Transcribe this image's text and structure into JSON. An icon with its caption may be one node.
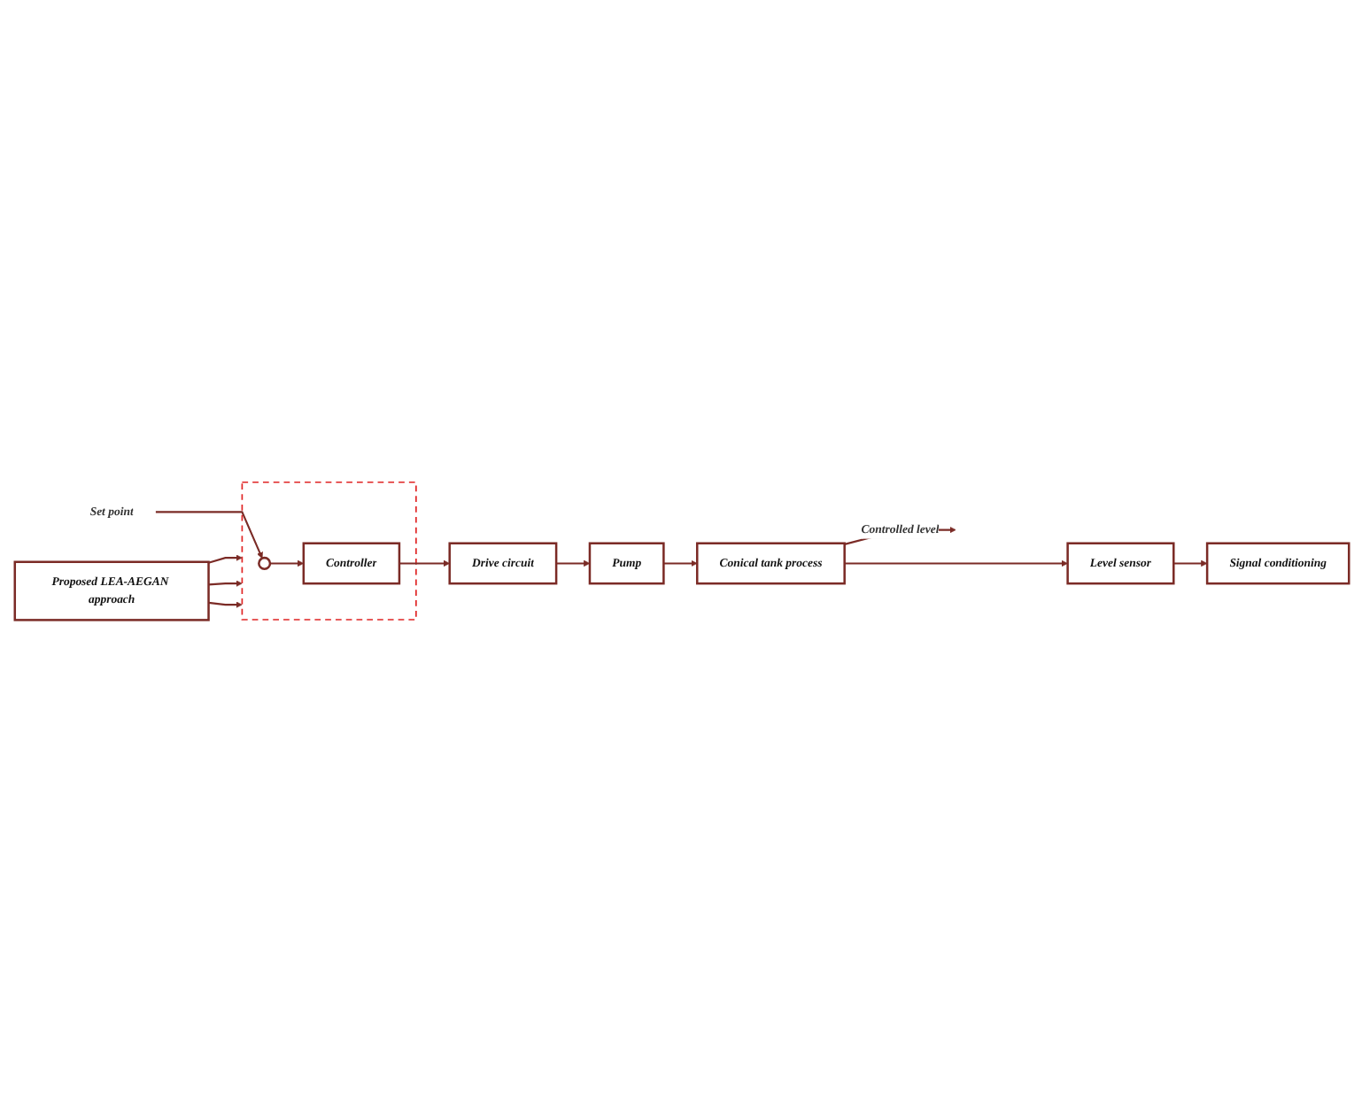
{
  "diagram": {
    "nodes": [
      {
        "text": [
          "Proposed LEA-AEGAN approach"
        ]
      },
      {
        "text": [],
        "shape": "box"
      },
      {
        "text": [
          "Set point"
        ]
      },
      {
        "text": [],
        "shape": "circle",
        "in": 1
      },
      {
        "text": [
          "Controller"
        ],
        "in": 1
      },
      {
        "text": [
          "Drive circuit"
        ]
      },
      {
        "text": [
          "Pump"
        ]
      },
      {
        "text": [
          "Conical tank process"
        ]
      },
      {
        "text": [
          "Level sensor"
        ]
      },
      {
        "text": [
          "Signal conditioning"
        ]
      }
    ],
    "edges": [
      {
        "from": 0,
        "to": 1,
        "arrow": "to"
      },
      {
        "from": 0,
        "to": 1,
        "arrow": "to"
      },
      {
        "from": 0,
        "to": 1,
        "arrow": "to"
      },
      {
        "from": 2,
        "to": 3,
        "arrow": "to"
      },
      {
        "from": 3,
        "to": 4,
        "arrow": "to"
      },
      {
        "from": 4,
        "to": 5,
        "arrow": "to"
      },
      {
        "from": 5,
        "to": 6,
        "arrow": "to"
      },
      {
        "from": 6,
        "to": 7,
        "arrow": "to"
      },
      {
        "from": 7,
        "to": 8,
        "arrow": "to"
      },
      {
        "from": 8,
        "to": 9,
        "arrow": "to"
      },
      {
        "from": 7,
        "to": null,
        "arrow": "to",
        "label": "Controlled level"
      }
    ]
  }
}
